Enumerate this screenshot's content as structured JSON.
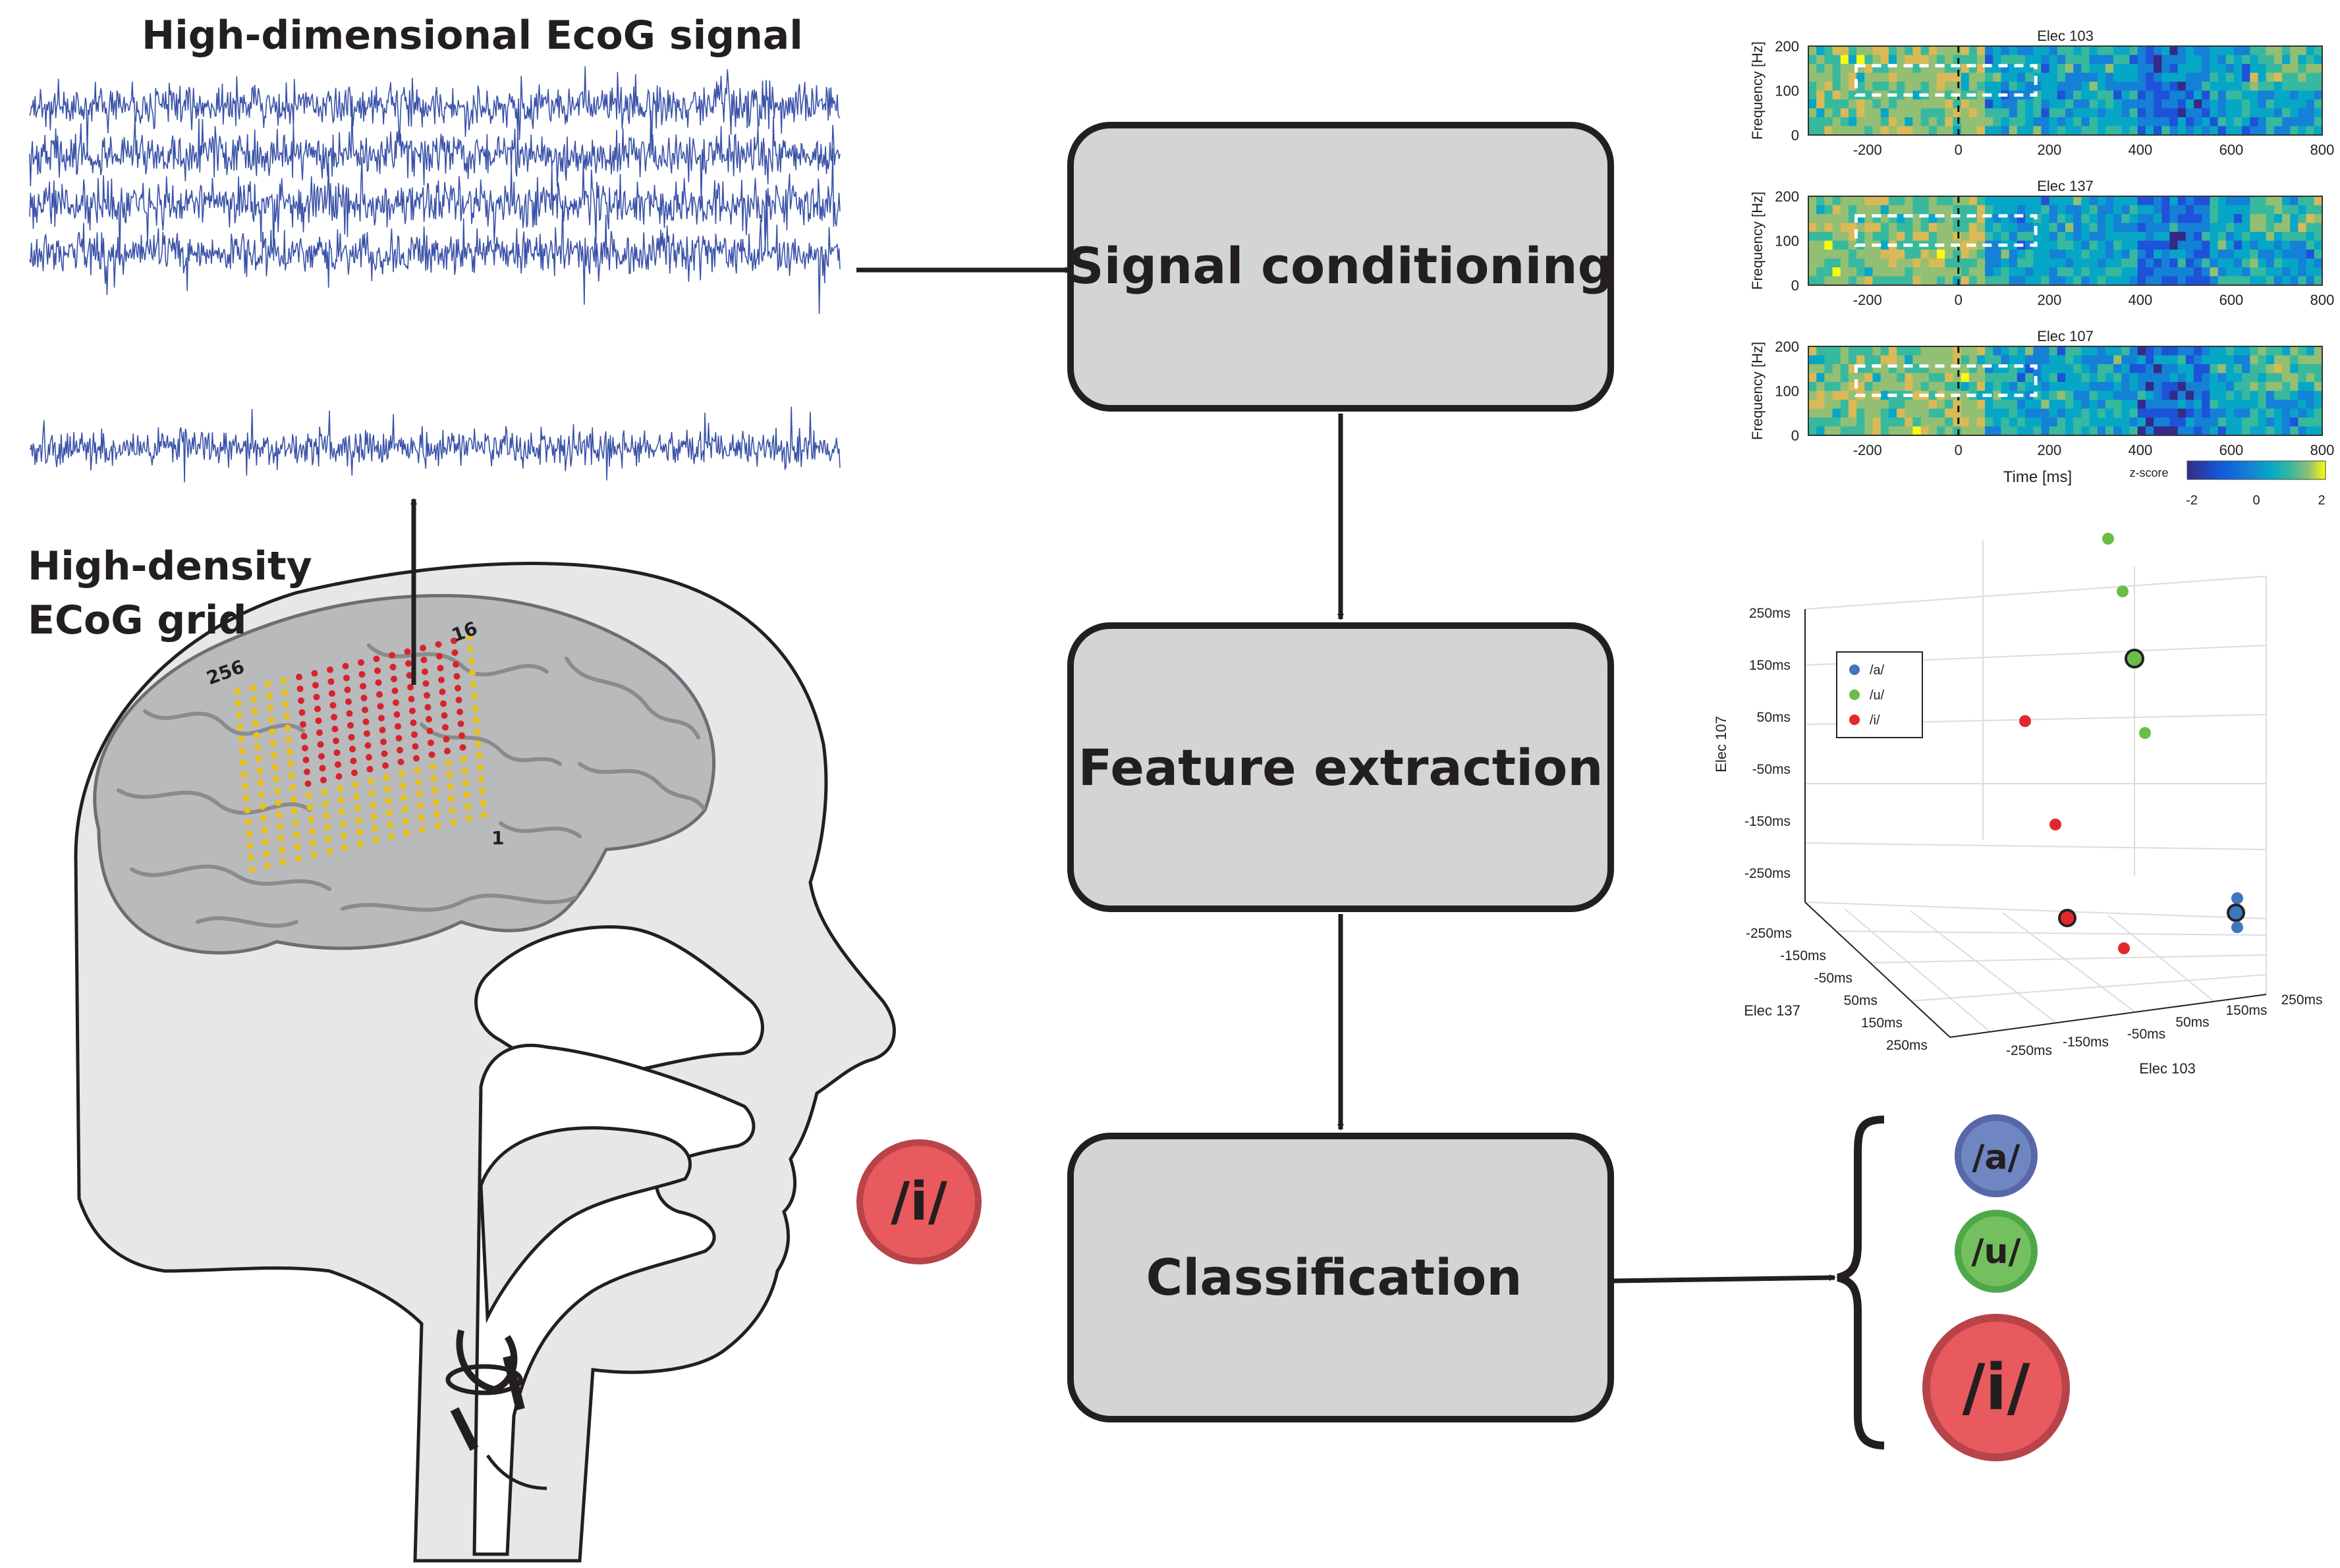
{
  "colors": {
    "signal": "#3a52a8",
    "box_fill": "#d3d4d6",
    "box_stroke": "#231f20",
    "class_a": "#6f86c2",
    "class_a_border": "#5867a8",
    "class_u": "#74c05e",
    "class_u_border": "#4ea84a",
    "class_i": "#e85a5e",
    "class_i_border": "#b8444a",
    "grid_dot_outer": "#e8c21c",
    "grid_dot_inner": "#d8232a",
    "head_fill": "#e6e7e8",
    "brain_fill": "#b9babc"
  },
  "signal_title": "High-dimensional EcoG signal",
  "grid_label": [
    "High-density",
    "ECoG grid"
  ],
  "grid_numbers": {
    "top_left": "256",
    "top_right": "16",
    "bottom_right": "1"
  },
  "pipeline": {
    "steps": [
      "Signal conditioning",
      "Feature extraction",
      "Classification"
    ]
  },
  "spoken_vowel": "/i/",
  "classes": {
    "a": "/a/",
    "u": "/u/",
    "i": "/i/"
  },
  "spectrograms": {
    "panels": [
      {
        "title": "Elec 103"
      },
      {
        "title": "Elec 137"
      },
      {
        "title": "Elec 107"
      }
    ],
    "ylabel": "Frequency [Hz]",
    "xlabel": "Time [ms]",
    "yticks": [
      "200",
      "100",
      "0"
    ],
    "xticks": [
      "-200",
      "0",
      "200",
      "400",
      "600",
      "800"
    ],
    "colorbar": {
      "label": "z-score",
      "ticks": [
        "-2",
        "0",
        "2"
      ]
    }
  },
  "scatter3d": {
    "zlabel": "Elec 107",
    "xlabel": "Elec 137",
    "ylabel": "Elec 103",
    "zticks": [
      "250ms",
      "150ms",
      "50ms",
      "-50ms",
      "-150ms",
      "-250ms"
    ],
    "xticks": [
      "-250ms",
      "-150ms",
      "-50ms",
      "50ms",
      "150ms",
      "250ms"
    ],
    "yticks": [
      "-250ms",
      "-150ms",
      "-50ms",
      "50ms",
      "150ms",
      "250ms"
    ],
    "legend": [
      "/a/",
      "/u/",
      "/i/"
    ]
  }
}
